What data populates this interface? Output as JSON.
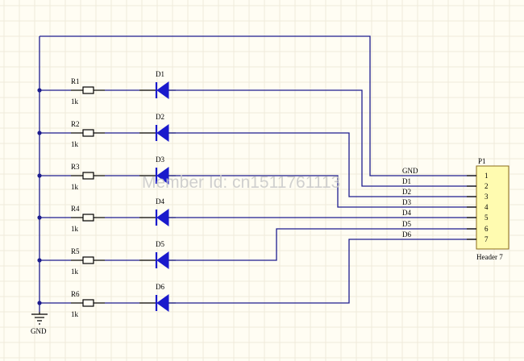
{
  "resistors": [
    {
      "ref": "R1",
      "value": "1k"
    },
    {
      "ref": "R2",
      "value": "1k"
    },
    {
      "ref": "R3",
      "value": "1k"
    },
    {
      "ref": "R4",
      "value": "1k"
    },
    {
      "ref": "R5",
      "value": "1k"
    },
    {
      "ref": "R6",
      "value": "1k"
    }
  ],
  "diodes": [
    "D1",
    "D2",
    "D3",
    "D4",
    "D5",
    "D6"
  ],
  "connector": {
    "ref": "P1",
    "name": "Header 7",
    "pins": [
      "1",
      "2",
      "3",
      "4",
      "5",
      "6",
      "7"
    ]
  },
  "net_labels": [
    "GND",
    "D1",
    "D2",
    "D3",
    "D4",
    "D5",
    "D6"
  ],
  "ground_label": "GND",
  "watermark": "Member Id: cn1511761113",
  "colors": {
    "wire": "#1d1d8f",
    "diode": "#1a1acc",
    "header_fill": "#fffbb0",
    "background": "#fffdf3"
  }
}
